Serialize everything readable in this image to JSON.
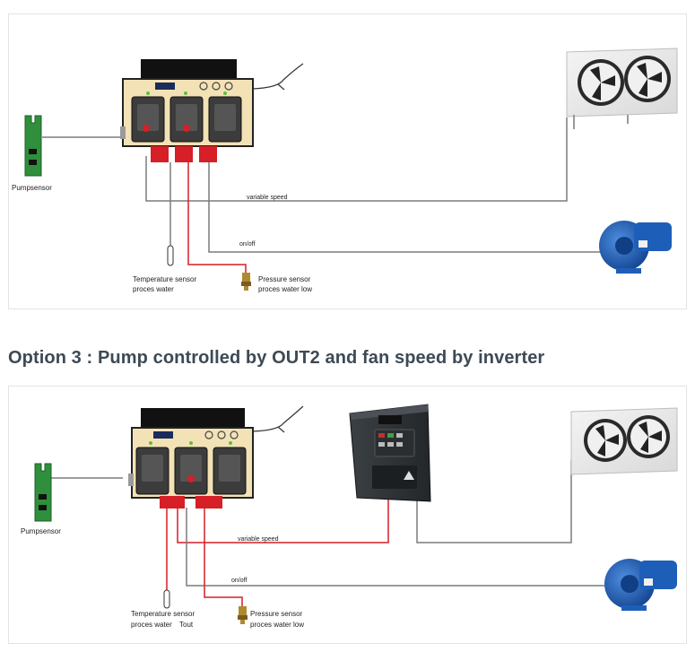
{
  "diagram1": {
    "pumpsensor": "Pumpsensor",
    "variable_speed": "variable speed",
    "on_off": "on/off",
    "temp_sensor_line1": "Temperature sensor",
    "temp_sensor_line2": "proces water",
    "pressure_sensor_line1": "Pressure sensor",
    "pressure_sensor_line2": "proces water low"
  },
  "section_title": "Option 3 : Pump controlled by OUT2 and fan speed by inverter",
  "diagram2": {
    "pumpsensor": "Pumpsensor",
    "variable_speed": "variable speed",
    "on_off": "on/off",
    "temp_sensor_line1": "Temperature sensor",
    "temp_sensor_line2": "proces water",
    "temp_sensor_tag": "Tout",
    "pressure_sensor_line1": "Pressure sensor",
    "pressure_sensor_line2": "proces water low"
  },
  "colors": {
    "wire": "#7c7c7c",
    "signal_wire": "#d61f26",
    "controller_face": "#f3e2b6",
    "controller_top": "#111111",
    "pump_blue": "#1d5fb8",
    "sensor_board": "#2f8f3c",
    "inverter_body": "#2e3336"
  }
}
